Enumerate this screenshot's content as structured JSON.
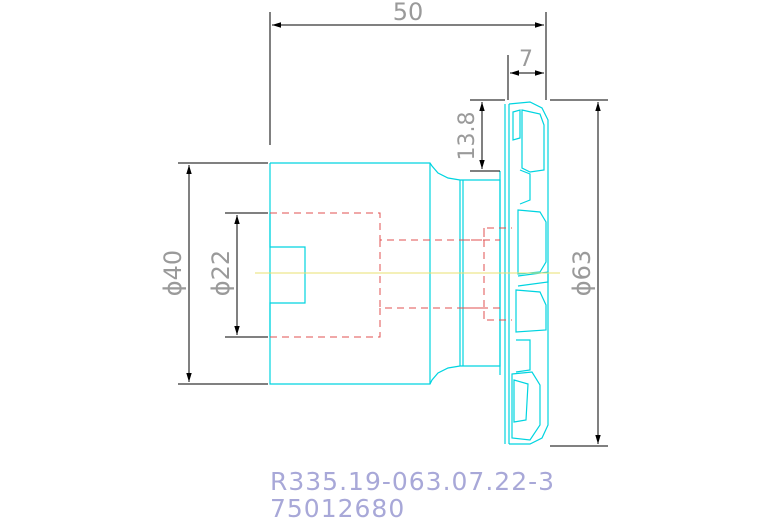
{
  "drawing": {
    "dimensions": {
      "overall_length": "50",
      "tip_length": "7",
      "flange_height": "13.8",
      "shank_diameter": "ϕ40",
      "bore_diameter": "ϕ22",
      "cutter_diameter": "ϕ63"
    },
    "part_number": "R335.19-063.07.22-3",
    "item_number": "75012680",
    "colors": {
      "dimension_lines": "#000000",
      "outline": "#00d4e0",
      "hidden_lines": "#e05050",
      "centerline": "#e8e070",
      "dimension_text": "#9a9a9a",
      "code_text": "#a8a8d8"
    }
  }
}
